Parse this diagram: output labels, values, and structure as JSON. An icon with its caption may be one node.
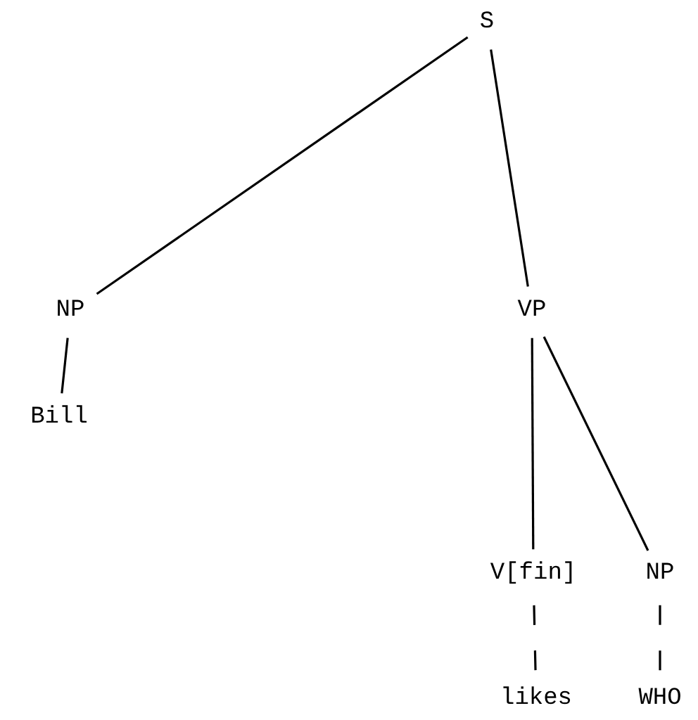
{
  "diagram": {
    "nodes": [
      {
        "text": [
          "S"
        ]
      },
      {
        "text": [
          "NP"
        ]
      },
      {
        "text": [
          "VP"
        ]
      },
      {
        "text": [
          "Bill"
        ]
      },
      {
        "text": [
          "V[fin]"
        ]
      },
      {
        "text": [
          "NP"
        ]
      },
      {
        "text": [
          "likes"
        ]
      },
      {
        "text": [
          "WHO"
        ]
      }
    ],
    "edges": [
      {
        "from": 0,
        "to": 1,
        "arrow": "none"
      },
      {
        "from": 0,
        "to": 2,
        "arrow": "none"
      },
      {
        "from": 1,
        "to": 3,
        "arrow": "none"
      },
      {
        "from": 2,
        "to": 4,
        "arrow": "none"
      },
      {
        "from": 2,
        "to": 5,
        "arrow": "none"
      },
      {
        "from": 4,
        "to": 6,
        "arrow": "none",
        "style": "dashed"
      },
      {
        "from": 5,
        "to": 7,
        "arrow": "none",
        "style": "dashed"
      }
    ]
  }
}
